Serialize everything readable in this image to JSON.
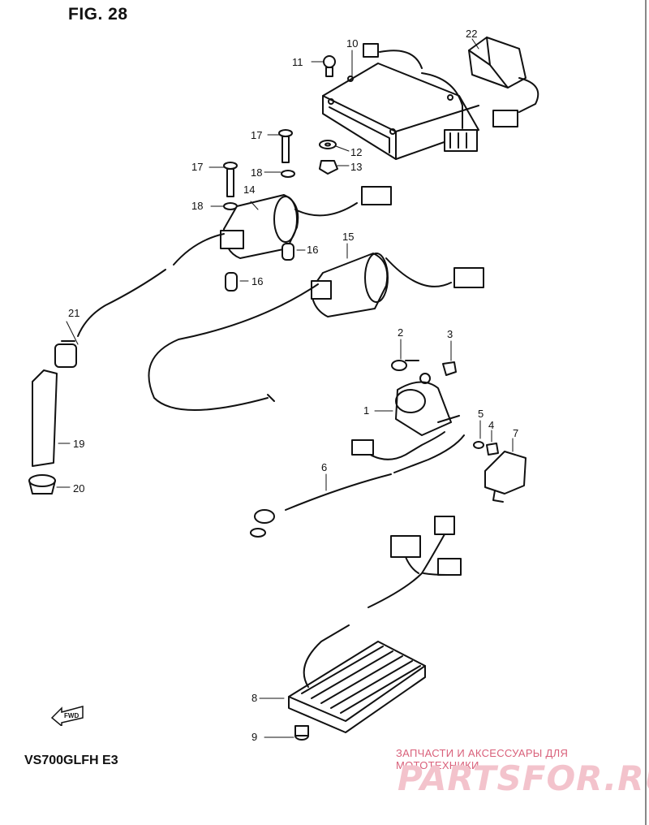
{
  "figure": {
    "title": "FIG. 28",
    "model": "VS700GLFH  E3"
  },
  "callouts": [
    {
      "id": "1",
      "text": "1"
    },
    {
      "id": "2",
      "text": "2"
    },
    {
      "id": "3",
      "text": "3"
    },
    {
      "id": "4",
      "text": "4"
    },
    {
      "id": "5",
      "text": "5"
    },
    {
      "id": "6",
      "text": "6"
    },
    {
      "id": "7",
      "text": "7"
    },
    {
      "id": "8",
      "text": "8"
    },
    {
      "id": "9",
      "text": "9"
    },
    {
      "id": "10",
      "text": "10"
    },
    {
      "id": "11",
      "text": "11"
    },
    {
      "id": "12",
      "text": "12"
    },
    {
      "id": "13",
      "text": "13"
    },
    {
      "id": "14",
      "text": "14"
    },
    {
      "id": "15",
      "text": "15"
    },
    {
      "id": "16a",
      "text": "16"
    },
    {
      "id": "16b",
      "text": "16"
    },
    {
      "id": "17a",
      "text": "17"
    },
    {
      "id": "17b",
      "text": "17"
    },
    {
      "id": "18a",
      "text": "18"
    },
    {
      "id": "18b",
      "text": "18"
    },
    {
      "id": "19",
      "text": "19"
    },
    {
      "id": "20",
      "text": "20"
    },
    {
      "id": "21",
      "text": "21"
    },
    {
      "id": "22",
      "text": "22"
    }
  ],
  "fwd_label": "FWD",
  "watermark": {
    "subtitle": "ЗАПЧАСТИ И АКСЕССУАРЫ ДЛЯ МОТОТЕХНИКИ",
    "brand": "PARTSFOR.RU"
  },
  "colors": {
    "line": "#111111",
    "background": "#ffffff",
    "watermark": "#d9607a"
  }
}
